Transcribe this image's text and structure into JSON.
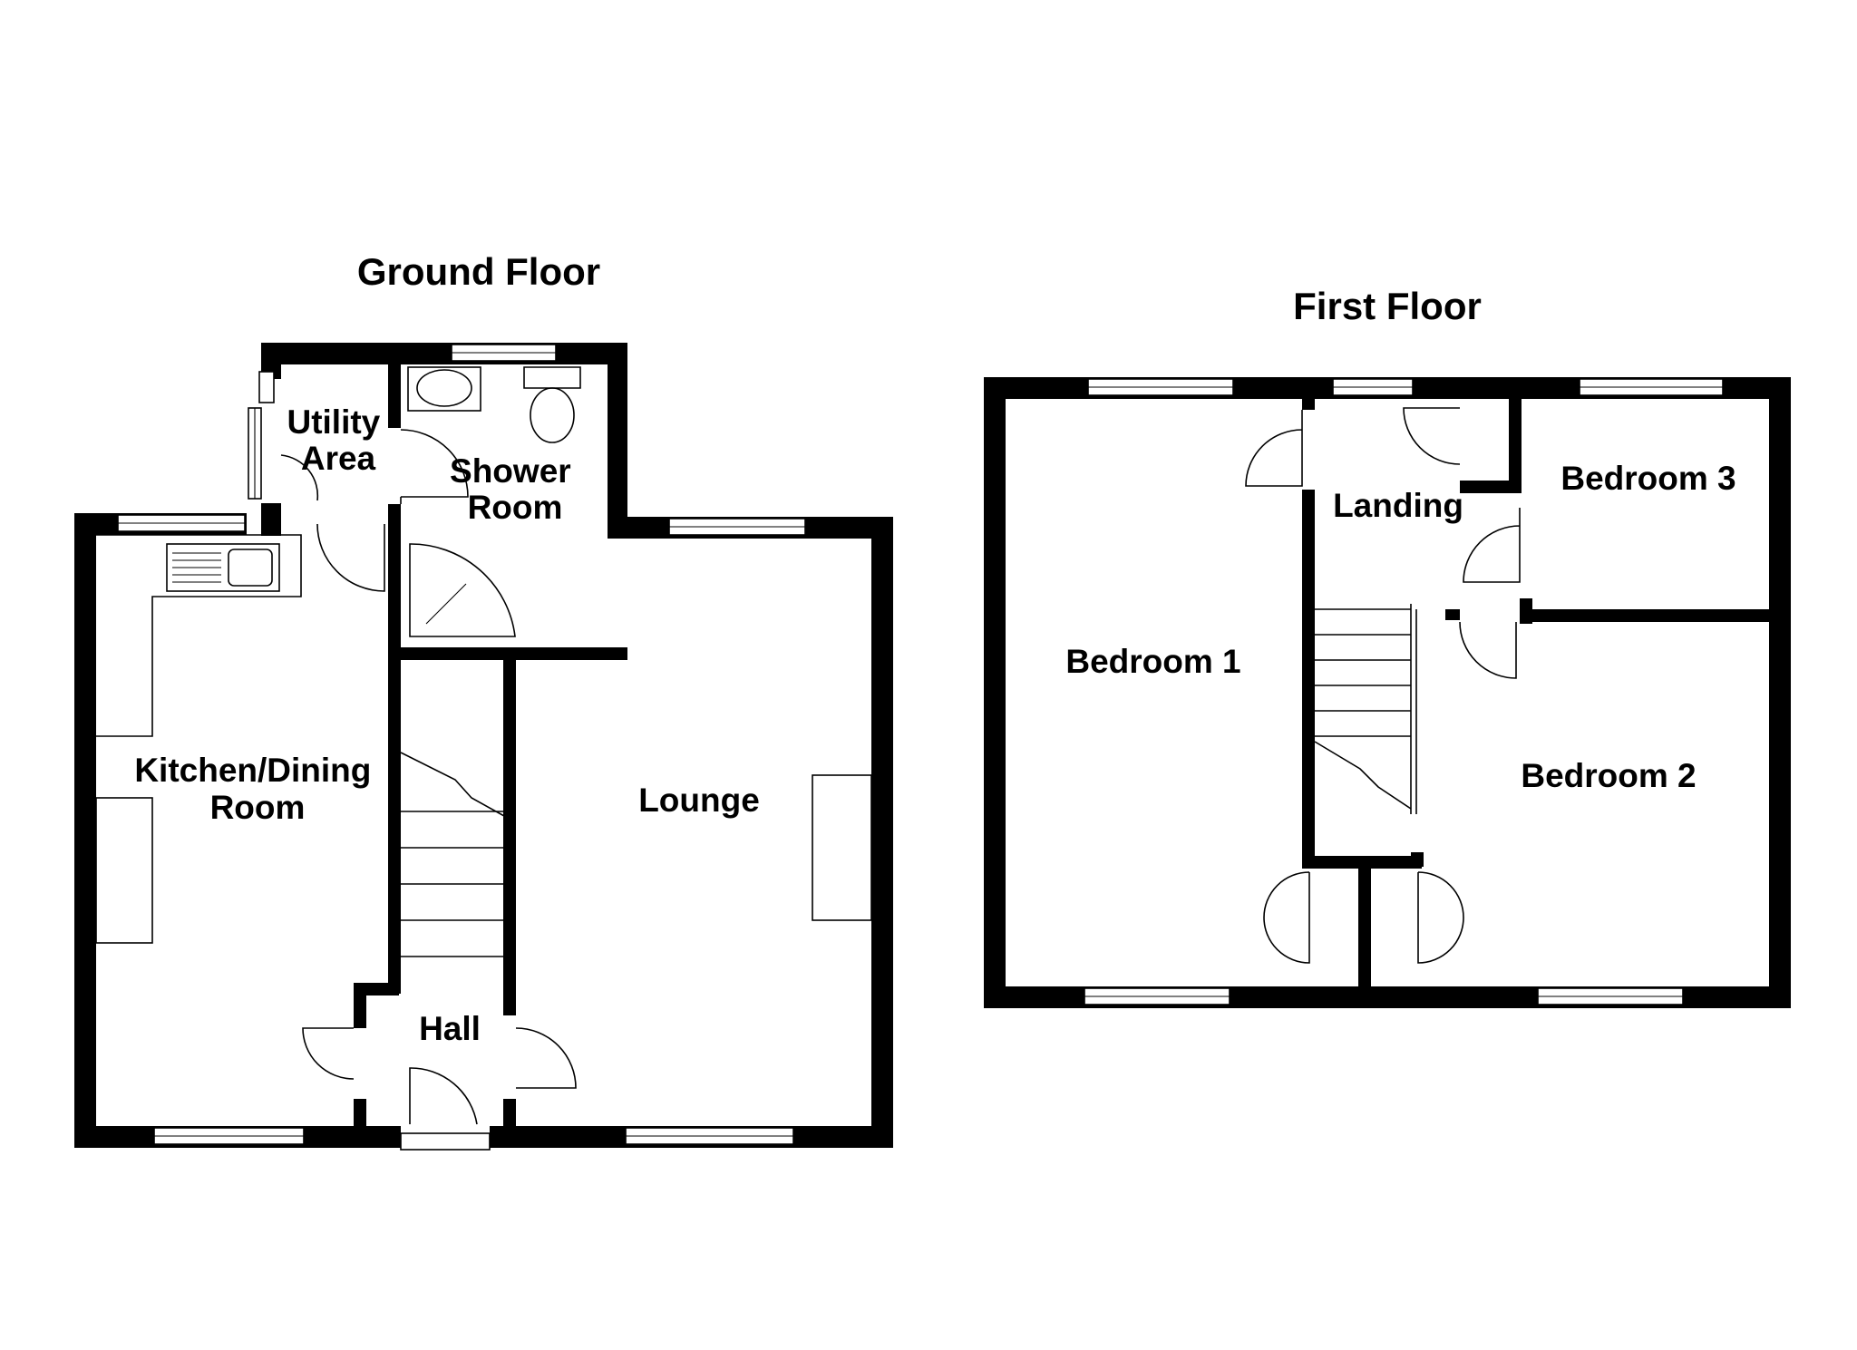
{
  "floors": {
    "ground": {
      "title": "Ground Floor",
      "rooms": {
        "utility": [
          "Utility",
          "Area"
        ],
        "shower": [
          "Shower",
          "Room"
        ],
        "kitchen": [
          "Kitchen/Dining",
          "Room"
        ],
        "lounge": [
          "Lounge"
        ],
        "hall": [
          "Hall"
        ]
      }
    },
    "first": {
      "title": "First Floor",
      "rooms": {
        "bedroom1": [
          "Bedroom 1"
        ],
        "landing": [
          "Landing"
        ],
        "bedroom3": [
          "Bedroom 3"
        ],
        "bedroom2": [
          "Bedroom 2"
        ]
      }
    }
  },
  "colors": {
    "wall": "#000000",
    "background": "#ffffff"
  }
}
